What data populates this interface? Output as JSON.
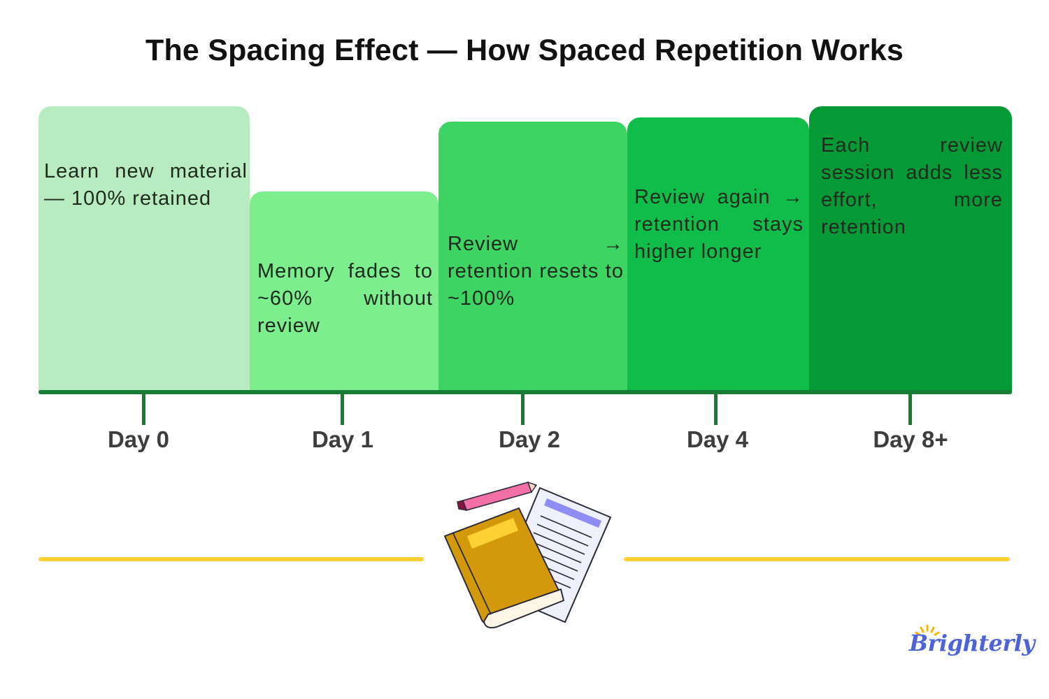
{
  "title": "The Spacing Effect — How Spaced Repetition Works",
  "stages": [
    {
      "day": "Day 0",
      "text": "Learn new material — 100% retained",
      "color": "#b8ecc0"
    },
    {
      "day": "Day 1",
      "text": "Memory fades to ~60% without review",
      "color": "#7cee8e"
    },
    {
      "day": "Day 2",
      "text": "Review → retention resets to ~100%",
      "color": "#3dd463"
    },
    {
      "day": "Day 4",
      "text": "Review again → retention stays higher longer",
      "color": "#10bc4a"
    },
    {
      "day": "Day 8+",
      "text": "Each review session adds less effort, more retention",
      "color": "#069a37"
    }
  ],
  "colors": {
    "axis": "#177d34",
    "label": "#3d3d3d",
    "accent_line": "#fdd135",
    "logo": "#4e63d8",
    "logo_sun": "#f7b500"
  },
  "icons": [
    "book-icon",
    "pencil-icon",
    "paper-icon"
  ],
  "brand": {
    "name": "Brighterly"
  }
}
